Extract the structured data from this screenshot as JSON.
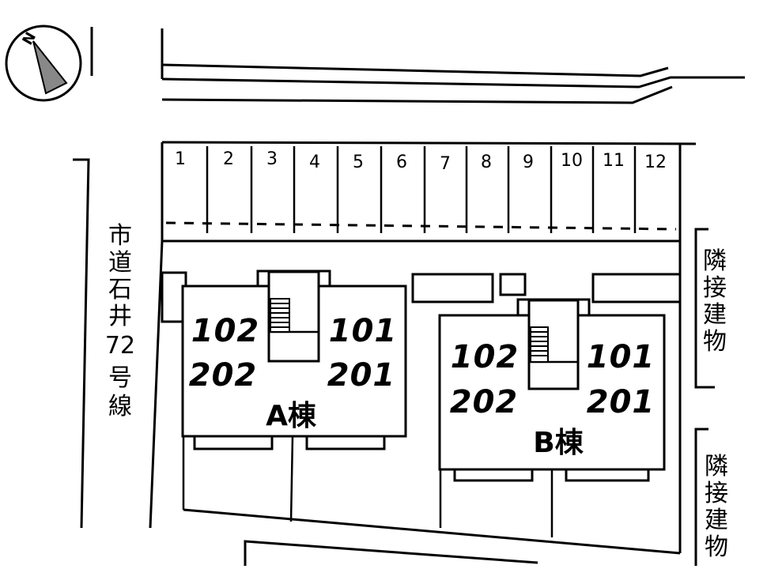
{
  "compass": {
    "label": "N",
    "icon": "north-arrow-icon"
  },
  "road": {
    "label": [
      "市",
      "道",
      "石",
      "井",
      "72",
      "号",
      "線"
    ]
  },
  "parking": {
    "spaces": [
      "1",
      "2",
      "3",
      "4",
      "5",
      "6",
      "7",
      "8",
      "9",
      "10",
      "11",
      "12"
    ]
  },
  "buildings": {
    "a": {
      "label": "A棟",
      "units_left": [
        "102",
        "202"
      ],
      "units_right": [
        "101",
        "201"
      ]
    },
    "b": {
      "label": "B棟",
      "units_left": [
        "102",
        "202"
      ],
      "units_right": [
        "101",
        "201"
      ]
    }
  },
  "neighbors": {
    "upper": [
      "隣",
      "接",
      "建",
      "物"
    ],
    "lower": [
      "隣",
      "接",
      "建",
      "物"
    ]
  }
}
